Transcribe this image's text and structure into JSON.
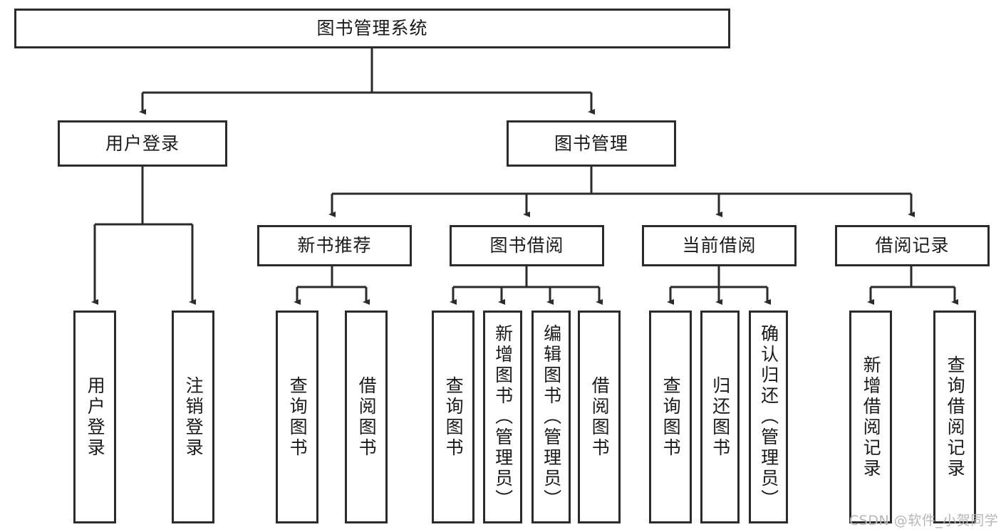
{
  "diagram": {
    "title": "图书管理系统",
    "type": "tree",
    "stroke_color": "#2b2b2b",
    "background_color": "#ffffff",
    "watermark": "CSDN @软件_小贺同学",
    "nodes": {
      "root": {
        "label": "图书管理系统",
        "orientation": "horizontal"
      },
      "l1": [
        {
          "id": "user_login",
          "label": "用户登录",
          "orientation": "horizontal"
        },
        {
          "id": "book_manage",
          "label": "图书管理",
          "orientation": "horizontal"
        }
      ],
      "l2": [
        {
          "id": "new_book_rec",
          "label": "新书推荐",
          "orientation": "horizontal",
          "parent": "book_manage"
        },
        {
          "id": "book_borrow",
          "label": "图书借阅",
          "orientation": "horizontal",
          "parent": "book_manage"
        },
        {
          "id": "current_borrow",
          "label": "当前借阅",
          "orientation": "horizontal",
          "parent": "book_manage"
        },
        {
          "id": "borrow_record",
          "label": "借阅记录",
          "orientation": "horizontal",
          "parent": "book_manage"
        }
      ],
      "leaves": [
        {
          "id": "leaf_user_login",
          "label": "用户登录",
          "orientation": "vertical",
          "parent": "user_login"
        },
        {
          "id": "leaf_user_logout",
          "label": "注销登录",
          "orientation": "vertical",
          "parent": "user_login"
        },
        {
          "id": "leaf_query_book_1",
          "label": "查询图书",
          "orientation": "vertical",
          "parent": "new_book_rec"
        },
        {
          "id": "leaf_borrow_book_1",
          "label": "借阅图书",
          "orientation": "vertical",
          "parent": "new_book_rec"
        },
        {
          "id": "leaf_query_book_2",
          "label": "查询图书",
          "orientation": "vertical",
          "parent": "book_borrow"
        },
        {
          "id": "leaf_add_book",
          "label": "新增图书（管理员）",
          "orientation": "vertical",
          "parent": "book_borrow"
        },
        {
          "id": "leaf_edit_book",
          "label": "编辑图书（管理员）",
          "orientation": "vertical",
          "parent": "book_borrow"
        },
        {
          "id": "leaf_borrow_book_2",
          "label": "借阅图书",
          "orientation": "vertical",
          "parent": "book_borrow"
        },
        {
          "id": "leaf_query_book_3",
          "label": "查询图书",
          "orientation": "vertical",
          "parent": "current_borrow"
        },
        {
          "id": "leaf_return_book",
          "label": "归还图书",
          "orientation": "vertical",
          "parent": "current_borrow"
        },
        {
          "id": "leaf_confirm_return",
          "label": "确认归还（管理员）",
          "orientation": "vertical",
          "parent": "current_borrow"
        },
        {
          "id": "leaf_add_record",
          "label": "新增借阅记录",
          "orientation": "vertical",
          "parent": "borrow_record"
        },
        {
          "id": "leaf_query_record",
          "label": "查询借阅记录",
          "orientation": "vertical",
          "parent": "borrow_record"
        }
      ]
    }
  }
}
